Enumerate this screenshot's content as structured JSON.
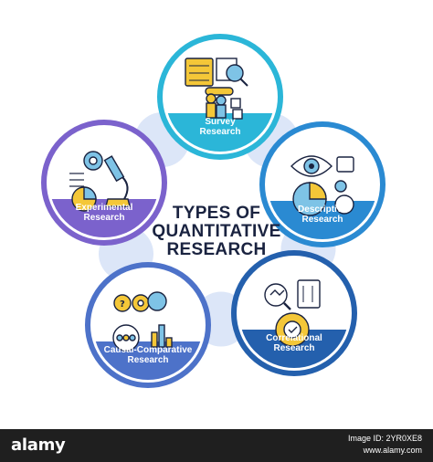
{
  "title": "TYPES OF\nQUANTITATIVE\nRESEARCH",
  "nodes": [
    {
      "label": "Survey\nResearch",
      "color": "#2bb6d8",
      "icon": "survey-icon"
    },
    {
      "label": "Descriptive\nResearch",
      "color": "#2a8ad2",
      "icon": "descriptive-eye-icon"
    },
    {
      "label": "Correlational\nResearch",
      "color": "#2460ad",
      "icon": "correlational-icon"
    },
    {
      "label": "Causal-Comparative\nResearch",
      "color": "#4d72c9",
      "icon": "causal-comparative-icon"
    },
    {
      "label": "Experimental\nResearch",
      "color": "#7b62cc",
      "icon": "experimental-microscope-icon"
    }
  ],
  "colors": {
    "connector": "#dce6f8",
    "title": "#1a2340",
    "icon_yellow": "#f4c738",
    "icon_blue": "#7ec3e6",
    "icon_outline": "#1a2340"
  },
  "stock_bar": {
    "logo": "alamy",
    "image_id": "Image ID: 2YR0XE8",
    "site": "www.alamy.com"
  }
}
